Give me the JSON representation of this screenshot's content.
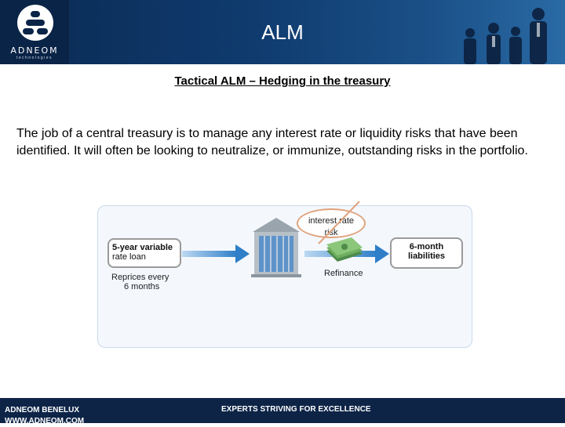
{
  "header": {
    "logo_name": "ADNEOM",
    "logo_sub": "technologies",
    "title": "ALM"
  },
  "slide": {
    "title": "Tactical ALM – Hedging in the treasury",
    "body": "The job of a central treasury is to manage any interest rate or liquidity risks that have been identified. It will often be looking to neutralize, or immunize, outstanding risks in the portfolio."
  },
  "diagram": {
    "left_box": [
      "5-year variable",
      "rate loan"
    ],
    "left_note": [
      "Reprices every",
      "6 months"
    ],
    "right_box": [
      "6-month",
      "liabilities"
    ],
    "oval_text": [
      "interest rate",
      "risk"
    ],
    "refinance": "Refinance",
    "colors": {
      "arrow": "#2e7ec8",
      "panel": "#f4f8fd",
      "oval_border": "#e0a37d"
    }
  },
  "footer": {
    "company": "ADNEOM BENELUX",
    "url": "WWW.ADNEOM.COM",
    "tagline": "EXPERTS STRIVING FOR EXCELLENCE"
  }
}
